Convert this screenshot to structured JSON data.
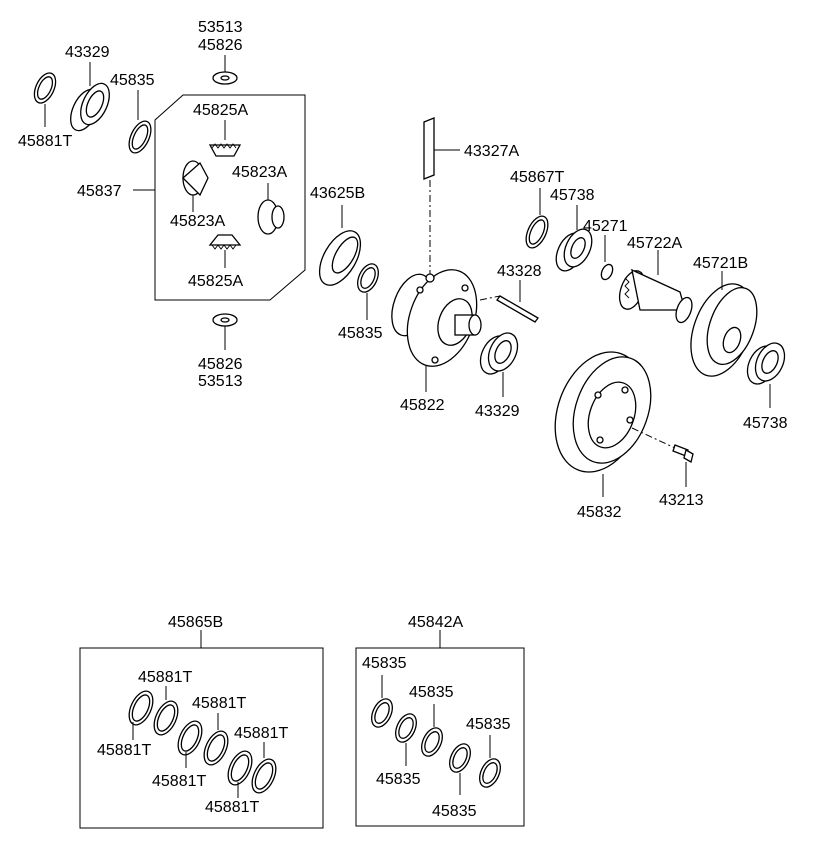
{
  "labels": {
    "top_53513": "53513",
    "top_45826": "45826",
    "bearing_left": "43329",
    "washer_left": "45881T",
    "thrust_left": "45835",
    "pinion_top": "45825A",
    "side_gear_right": "45823A",
    "kit_pinion": "45837",
    "side_gear_left": "45823A",
    "pinion_bottom": "45825A",
    "bottom_45826": "45826",
    "bottom_53513": "53513",
    "shaft": "43327A",
    "ring_gear_small": "43625B",
    "thrust_mid": "45835",
    "pin": "43328",
    "case": "45822",
    "bearing_mid": "43329",
    "washer_right": "45867T",
    "bearing_r1": "45738",
    "snap_ring": "45271",
    "output_gear": "45722A",
    "driven_gear": "45721B",
    "bearing_r2": "45738",
    "final_gear": "45832",
    "bolt": "43213",
    "kit_washer_title": "45865B",
    "kw_a": "45881T",
    "kw_b": "45881T",
    "kw_c": "45881T",
    "kw_d": "45881T",
    "kw_e": "45881T",
    "kw_f": "45881T",
    "kit_thrust_title": "45842A",
    "kt_a": "45835",
    "kt_b": "45835",
    "kt_c": "45835",
    "kt_d": "45835",
    "kt_e": "45835"
  }
}
